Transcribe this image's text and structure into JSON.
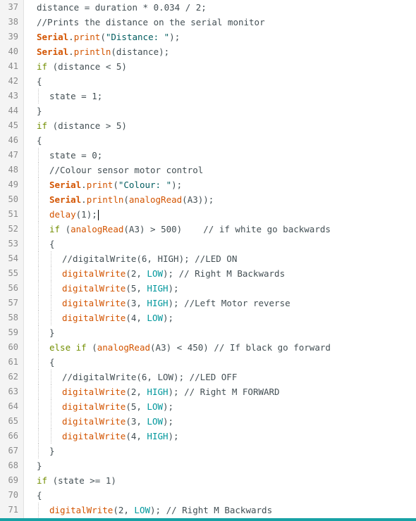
{
  "editor": {
    "lines": [
      {
        "num": "37",
        "indent": 0,
        "tokens": [
          {
            "t": "distance = duration * 0.034 / 2;",
            "c": "pl"
          }
        ]
      },
      {
        "num": "38",
        "indent": 0,
        "tokens": [
          {
            "t": "//Prints the distance on the serial monitor",
            "c": "cmt"
          }
        ]
      },
      {
        "num": "39",
        "indent": 0,
        "tokens": [
          {
            "t": "Serial",
            "c": "obj"
          },
          {
            "t": ".",
            "c": "pl"
          },
          {
            "t": "print",
            "c": "fn"
          },
          {
            "t": "(",
            "c": "pl"
          },
          {
            "t": "\"Distance: \"",
            "c": "str"
          },
          {
            "t": ");",
            "c": "pl"
          }
        ]
      },
      {
        "num": "40",
        "indent": 0,
        "tokens": [
          {
            "t": "Serial",
            "c": "obj"
          },
          {
            "t": ".",
            "c": "pl"
          },
          {
            "t": "println",
            "c": "fn"
          },
          {
            "t": "(distance);",
            "c": "pl"
          }
        ]
      },
      {
        "num": "41",
        "indent": 0,
        "tokens": [
          {
            "t": "if",
            "c": "kw"
          },
          {
            "t": " (distance < 5)",
            "c": "pl"
          }
        ]
      },
      {
        "num": "42",
        "indent": 0,
        "tokens": [
          {
            "t": "{",
            "c": "pl"
          }
        ]
      },
      {
        "num": "43",
        "indent": 1,
        "tokens": [
          {
            "t": "state = 1;",
            "c": "pl"
          }
        ]
      },
      {
        "num": "44",
        "indent": 0,
        "tokens": [
          {
            "t": "}",
            "c": "pl"
          }
        ]
      },
      {
        "num": "45",
        "indent": 0,
        "tokens": [
          {
            "t": "if",
            "c": "kw"
          },
          {
            "t": " (distance > 5)",
            "c": "pl"
          }
        ]
      },
      {
        "num": "46",
        "indent": 0,
        "tokens": [
          {
            "t": "{",
            "c": "pl"
          }
        ]
      },
      {
        "num": "47",
        "indent": 1,
        "tokens": [
          {
            "t": "state = 0;",
            "c": "pl"
          }
        ]
      },
      {
        "num": "48",
        "indent": 1,
        "tokens": [
          {
            "t": "//Colour sensor motor control",
            "c": "cmt"
          }
        ]
      },
      {
        "num": "49",
        "indent": 1,
        "tokens": [
          {
            "t": "Serial",
            "c": "obj"
          },
          {
            "t": ".",
            "c": "pl"
          },
          {
            "t": "print",
            "c": "fn"
          },
          {
            "t": "(",
            "c": "pl"
          },
          {
            "t": "\"Colour: \"",
            "c": "str"
          },
          {
            "t": ");",
            "c": "pl"
          }
        ]
      },
      {
        "num": "50",
        "indent": 1,
        "tokens": [
          {
            "t": "Serial",
            "c": "obj"
          },
          {
            "t": ".",
            "c": "pl"
          },
          {
            "t": "println",
            "c": "fn"
          },
          {
            "t": "(",
            "c": "pl"
          },
          {
            "t": "analogRead",
            "c": "fn"
          },
          {
            "t": "(A3));",
            "c": "pl"
          }
        ]
      },
      {
        "num": "51",
        "indent": 1,
        "caret": true,
        "tokens": [
          {
            "t": "delay",
            "c": "fn"
          },
          {
            "t": "(1);",
            "c": "pl"
          }
        ]
      },
      {
        "num": "52",
        "indent": 1,
        "tokens": [
          {
            "t": "if",
            "c": "kw"
          },
          {
            "t": " (",
            "c": "pl"
          },
          {
            "t": "analogRead",
            "c": "fn"
          },
          {
            "t": "(A3) > 500)    ",
            "c": "pl"
          },
          {
            "t": "// if white go backwards",
            "c": "cmt"
          }
        ]
      },
      {
        "num": "53",
        "indent": 1,
        "tokens": [
          {
            "t": "{",
            "c": "pl"
          }
        ]
      },
      {
        "num": "54",
        "indent": 2,
        "tokens": [
          {
            "t": "//digitalWrite(6, HIGH); //LED ON",
            "c": "cmt"
          }
        ]
      },
      {
        "num": "55",
        "indent": 2,
        "tokens": [
          {
            "t": "digitalWrite",
            "c": "fn"
          },
          {
            "t": "(2, ",
            "c": "pl"
          },
          {
            "t": "LOW",
            "c": "lit"
          },
          {
            "t": "); ",
            "c": "pl"
          },
          {
            "t": "// Right M Backwards",
            "c": "cmt"
          }
        ]
      },
      {
        "num": "56",
        "indent": 2,
        "tokens": [
          {
            "t": "digitalWrite",
            "c": "fn"
          },
          {
            "t": "(5, ",
            "c": "pl"
          },
          {
            "t": "HIGH",
            "c": "lit"
          },
          {
            "t": ");",
            "c": "pl"
          }
        ]
      },
      {
        "num": "57",
        "indent": 2,
        "tokens": [
          {
            "t": "digitalWrite",
            "c": "fn"
          },
          {
            "t": "(3, ",
            "c": "pl"
          },
          {
            "t": "HIGH",
            "c": "lit"
          },
          {
            "t": "); ",
            "c": "pl"
          },
          {
            "t": "//Left Motor reverse",
            "c": "cmt"
          }
        ]
      },
      {
        "num": "58",
        "indent": 2,
        "tokens": [
          {
            "t": "digitalWrite",
            "c": "fn"
          },
          {
            "t": "(4, ",
            "c": "pl"
          },
          {
            "t": "LOW",
            "c": "lit"
          },
          {
            "t": ");",
            "c": "pl"
          }
        ]
      },
      {
        "num": "59",
        "indent": 1,
        "tokens": [
          {
            "t": "}",
            "c": "pl"
          }
        ]
      },
      {
        "num": "60",
        "indent": 1,
        "tokens": [
          {
            "t": "else if",
            "c": "kw"
          },
          {
            "t": " (",
            "c": "pl"
          },
          {
            "t": "analogRead",
            "c": "fn"
          },
          {
            "t": "(A3) < 450) ",
            "c": "pl"
          },
          {
            "t": "// If black go forward",
            "c": "cmt"
          }
        ]
      },
      {
        "num": "61",
        "indent": 1,
        "tokens": [
          {
            "t": "{",
            "c": "pl"
          }
        ]
      },
      {
        "num": "62",
        "indent": 2,
        "tokens": [
          {
            "t": "//digitalWrite(6, LOW); //LED OFF",
            "c": "cmt"
          }
        ]
      },
      {
        "num": "63",
        "indent": 2,
        "tokens": [
          {
            "t": "digitalWrite",
            "c": "fn"
          },
          {
            "t": "(2, ",
            "c": "pl"
          },
          {
            "t": "HIGH",
            "c": "lit"
          },
          {
            "t": "); ",
            "c": "pl"
          },
          {
            "t": "// Right M FORWARD",
            "c": "cmt"
          }
        ]
      },
      {
        "num": "64",
        "indent": 2,
        "tokens": [
          {
            "t": "digitalWrite",
            "c": "fn"
          },
          {
            "t": "(5, ",
            "c": "pl"
          },
          {
            "t": "LOW",
            "c": "lit"
          },
          {
            "t": ");",
            "c": "pl"
          }
        ]
      },
      {
        "num": "65",
        "indent": 2,
        "tokens": [
          {
            "t": "digitalWrite",
            "c": "fn"
          },
          {
            "t": "(3, ",
            "c": "pl"
          },
          {
            "t": "LOW",
            "c": "lit"
          },
          {
            "t": ");",
            "c": "pl"
          }
        ]
      },
      {
        "num": "66",
        "indent": 2,
        "tokens": [
          {
            "t": "digitalWrite",
            "c": "fn"
          },
          {
            "t": "(4, ",
            "c": "pl"
          },
          {
            "t": "HIGH",
            "c": "lit"
          },
          {
            "t": ");",
            "c": "pl"
          }
        ]
      },
      {
        "num": "67",
        "indent": 1,
        "tokens": [
          {
            "t": "}",
            "c": "pl"
          }
        ]
      },
      {
        "num": "68",
        "indent": 0,
        "tokens": [
          {
            "t": "}",
            "c": "pl"
          }
        ]
      },
      {
        "num": "69",
        "indent": 0,
        "tokens": [
          {
            "t": "if",
            "c": "kw"
          },
          {
            "t": " (state >= 1)",
            "c": "pl"
          }
        ]
      },
      {
        "num": "70",
        "indent": 0,
        "tokens": [
          {
            "t": "{",
            "c": "pl"
          }
        ]
      },
      {
        "num": "71",
        "indent": 1,
        "tokens": [
          {
            "t": "digitalWrite",
            "c": "fn"
          },
          {
            "t": "(2, ",
            "c": "pl"
          },
          {
            "t": "LOW",
            "c": "lit"
          },
          {
            "t": "); ",
            "c": "pl"
          },
          {
            "t": "// Right M Backwards",
            "c": "cmt"
          }
        ]
      }
    ]
  },
  "colors": {
    "function": "#d35400",
    "keyword": "#728e00",
    "string": "#005c5f",
    "constant": "#00979c",
    "text": "#434f54",
    "accent_bar": "#17a1a5"
  }
}
